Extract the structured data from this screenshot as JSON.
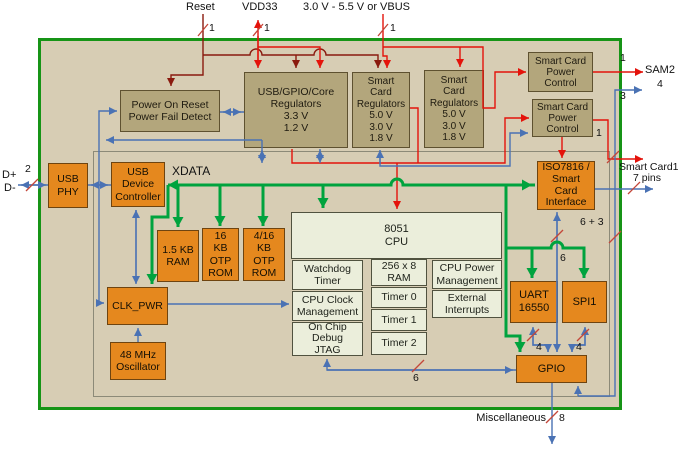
{
  "diagram": "USB smart-card controller block diagram",
  "colors": {
    "board_border_green": "#169416",
    "board_fill_tan": "#d7cdb4",
    "block_orange": "#e5881e",
    "block_tan": "#b3a67c",
    "block_light": "#ebeedb",
    "wire_green": "#00a33e",
    "wire_blue": "#4a72b4",
    "wire_red": "#e4130b",
    "wire_maroon": "#8a1a0e",
    "slash_red": "#c4473a"
  },
  "labels": {
    "reset": "Reset",
    "vdd33": "VDD33",
    "vbus": "3.0 V - 5.5 V or VBUS",
    "w_reset": "1",
    "w_vdd": "1",
    "w_vbus": "1",
    "d_plus": "D+",
    "d_minus": "D-",
    "w_usb": "2",
    "xdata": "XDATA",
    "sam2": "SAM2",
    "sam2_total": "4",
    "w_sam_pwr": "1",
    "w_sam_gpio": "3",
    "smart_card1": "Smart Card1",
    "sc1_pins": "7 pins",
    "w_sc1_pwr": "1",
    "w_iso_total": "6 + 3",
    "w_iso_gpio": "6",
    "w_jtag_gpio": "6",
    "w_uart_gpio": "4",
    "w_spi_gpio": "4",
    "misc": "Miscellaneous",
    "w_misc": "8"
  },
  "blocks": {
    "por": "Power On Reset\nPower Fail Detect",
    "usb_core_reg": "USB/GPIO/Core\nRegulators\n3.3 V\n1.2 V",
    "sc_reg1": "Smart\nCard\nRegulators\n5.0 V\n3.0 V\n1.8 V",
    "sc_reg2": "Smart\nCard\nRegulators\n5.0 V\n3.0 V\n1.8 V",
    "scpc1": "Smart Card\nPower\nControl",
    "scpc2": "Smart Card\nPower\nControl",
    "usb_phy": "USB\nPHY",
    "usb_dc": "USB\nDevice\nController",
    "ram15": "1.5 KB\nRAM",
    "rom16": "16\nKB\nOTP\nROM",
    "rom416": "4/16\nKB\nOTP\nROM",
    "cpu": "8051\nCPU",
    "watchdog": "Watchdog\nTimer",
    "cpu_clock": "CPU Clock\nManagement",
    "jtag": "On Chip\nDebug\nJTAG",
    "ram256": "256 x 8\nRAM",
    "timer0": "Timer 0",
    "timer1": "Timer 1",
    "timer2": "Timer 2",
    "cpu_power": "CPU Power\nManagement",
    "ext_int": "External\nInterrupts",
    "iso7816": "ISO7816 /\nSmart\nCard\nInterface",
    "uart": "UART\n16550",
    "spi1": "SPI1",
    "gpio": "GPIO",
    "clk_pwr": "CLK_PWR",
    "osc": "48 MHz\nOscillator"
  }
}
